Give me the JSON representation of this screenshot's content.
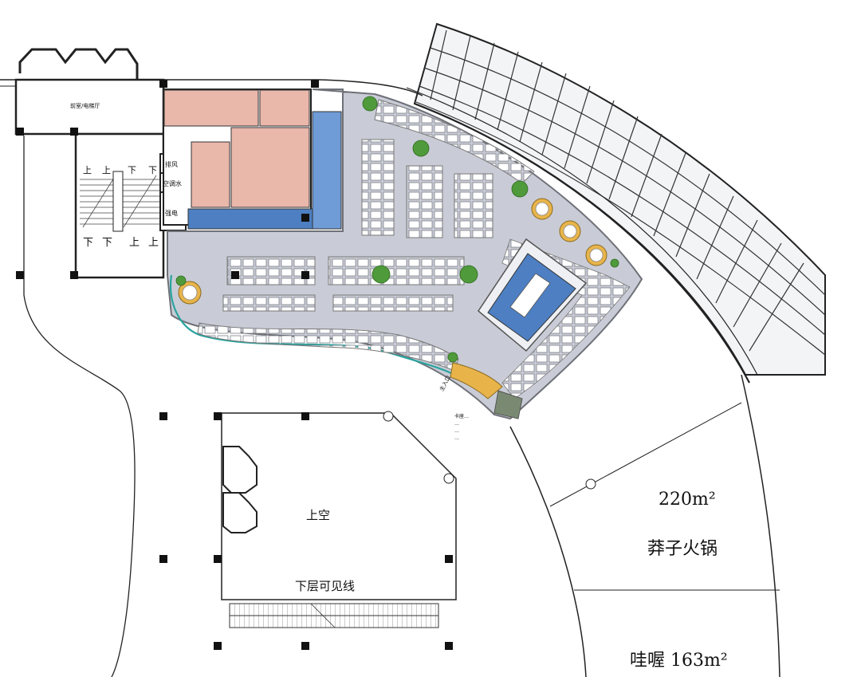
{
  "labels": {
    "lobby": "前室/电梯厅",
    "stair_up": "上",
    "stair_down": "下",
    "exhaust": "排风",
    "ac_water": "空调水",
    "power": "强电",
    "main_entrance": "主入口",
    "void": "上空",
    "lower_visible_line": "下层可见线",
    "tenant_area_1": "220m²",
    "tenant_name_1": "莽子火锅",
    "tenant_2": "哇喔 163m²"
  },
  "seating_note": [
    "卡座…",
    "…",
    "…",
    "…"
  ],
  "colors": {
    "floor": "#c9ccd6",
    "wall": "#7d7f86",
    "kitchen": "#eab7ab",
    "water": "#4d7fc2",
    "plant": "#4f9a3a",
    "round_table": "#e8b44a",
    "outline": "#1a1a1a",
    "curtain_wall": "#eef0f2"
  }
}
